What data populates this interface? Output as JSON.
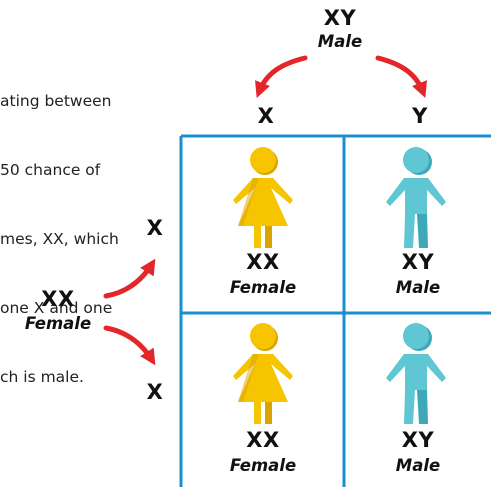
{
  "caption": {
    "lines": [
      "ating between",
      "50 chance of",
      "mes, XX, which",
      "one X and one",
      "ch is male."
    ]
  },
  "father": {
    "genotype": "XY",
    "sex": "Male"
  },
  "mother": {
    "genotype": "XX",
    "sex": "Female"
  },
  "top_alleles": [
    "X",
    "Y"
  ],
  "left_alleles": [
    "X",
    "X"
  ],
  "cells": [
    {
      "genotype": "XX",
      "sex": "Female",
      "figure": "female"
    },
    {
      "genotype": "XY",
      "sex": "Male",
      "figure": "male"
    },
    {
      "genotype": "XX",
      "sex": "Female",
      "figure": "female"
    },
    {
      "genotype": "XY",
      "sex": "Male",
      "figure": "male"
    }
  ],
  "colors": {
    "grid": "#1a8fd0",
    "arrow": "#e3262a",
    "female_figure": "#f7c500",
    "female_shade": "#d9a400",
    "male_figure": "#5fc6d4",
    "male_shade": "#3ea8b8"
  }
}
